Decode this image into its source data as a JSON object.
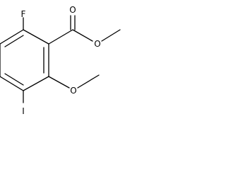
{
  "structure": {
    "atoms": {
      "fluorine": "F",
      "carbonyl_oxygen": "O",
      "ester_oxygen": "O",
      "methoxy_oxygen": "O",
      "iodine": "I"
    }
  },
  "colors": {
    "bond": "#000000",
    "label": "#000000",
    "background": "#ffffff"
  }
}
